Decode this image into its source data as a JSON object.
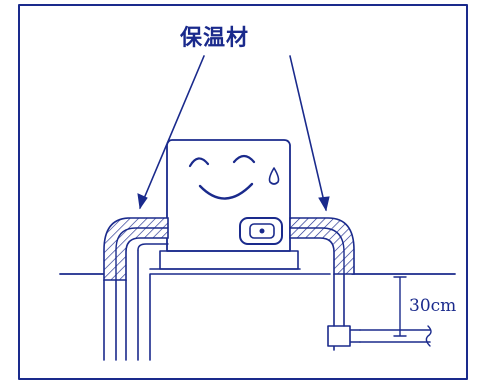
{
  "diagram": {
    "callout_label": "保温材",
    "dimension_label": "30cm",
    "ink_color": "#1a2a8c",
    "background_color": "#ffffff",
    "icons": [
      "smiley-face",
      "sweat-drop",
      "pump-switch"
    ]
  }
}
